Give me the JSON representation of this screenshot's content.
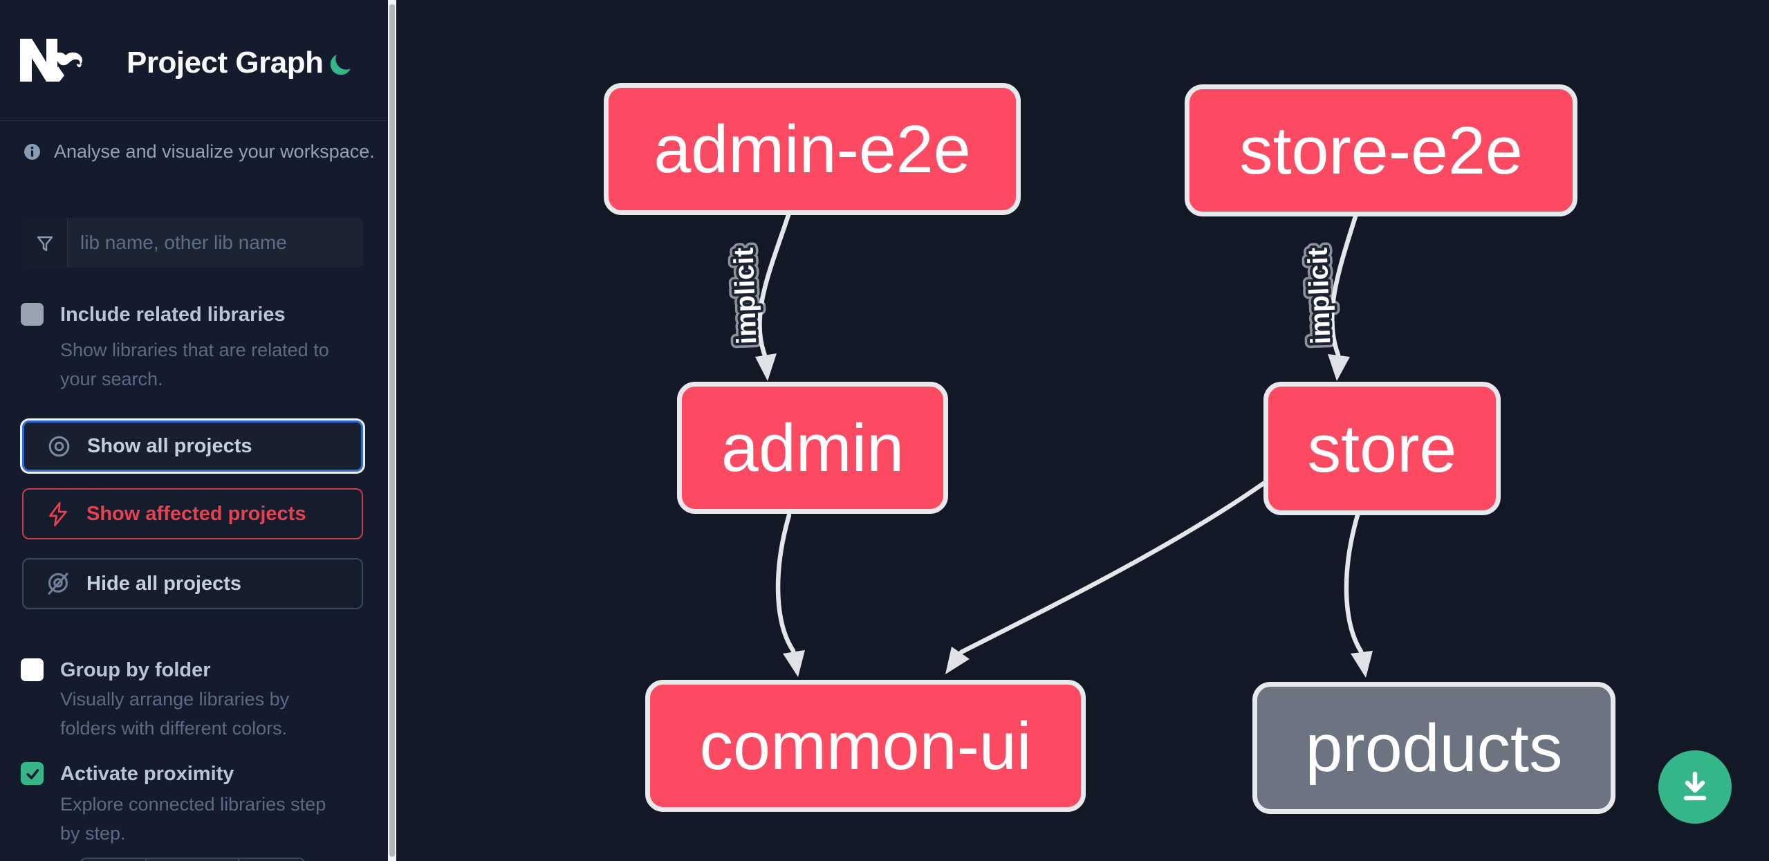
{
  "header": {
    "title": "Project Graph",
    "logo_icon": "nx-logo",
    "theme_toggle_icon": "moon"
  },
  "info": {
    "icon": "info-circle",
    "text": "Analyse and visualize your workspace."
  },
  "search": {
    "icon": "filter-funnel",
    "placeholder": "lib name, other lib name",
    "value": ""
  },
  "checkboxes": {
    "include_related": {
      "label": "Include related libraries",
      "description": "Show libraries that are related to your search.",
      "checked": false
    },
    "group_by_folder": {
      "label": "Group by folder",
      "description": "Visually arrange libraries by folders with different colors.",
      "checked": false
    },
    "activate_proximity": {
      "label": "Activate proximity",
      "description": "Explore connected libraries step by step.",
      "checked": true
    }
  },
  "actions": {
    "show_all": {
      "label": "Show all projects",
      "icon": "eye",
      "focused": true
    },
    "show_affected": {
      "label": "Show affected projects",
      "icon": "lightning-bolt",
      "focused": false
    },
    "hide_all": {
      "label": "Hide all projects",
      "icon": "eye-off",
      "focused": false
    }
  },
  "graph": {
    "nodes": [
      {
        "id": "admin-e2e",
        "label": "admin-e2e",
        "status": "affected"
      },
      {
        "id": "store-e2e",
        "label": "store-e2e",
        "status": "affected"
      },
      {
        "id": "admin",
        "label": "admin",
        "status": "affected"
      },
      {
        "id": "store",
        "label": "store",
        "status": "affected"
      },
      {
        "id": "common-ui",
        "label": "common-ui",
        "status": "affected"
      },
      {
        "id": "products",
        "label": "products",
        "status": "normal"
      }
    ],
    "edges": [
      {
        "source": "admin-e2e",
        "target": "admin",
        "label": "implicit"
      },
      {
        "source": "store-e2e",
        "target": "store",
        "label": "implicit"
      },
      {
        "source": "admin",
        "target": "common-ui",
        "label": ""
      },
      {
        "source": "store",
        "target": "common-ui",
        "label": ""
      },
      {
        "source": "store",
        "target": "products",
        "label": ""
      }
    ]
  },
  "fab": {
    "icon": "download"
  },
  "colors": {
    "sidebar_bg": "#141b2c",
    "canvas_bg": "#121826",
    "affected_node": "#fb4a61",
    "normal_node": "#6b7480",
    "node_border": "#e7e9ec",
    "edge": "#e4e6e9",
    "accent_green": "#35b689",
    "accent_blue": "#2e6bd4",
    "accent_red": "#e8414f"
  }
}
